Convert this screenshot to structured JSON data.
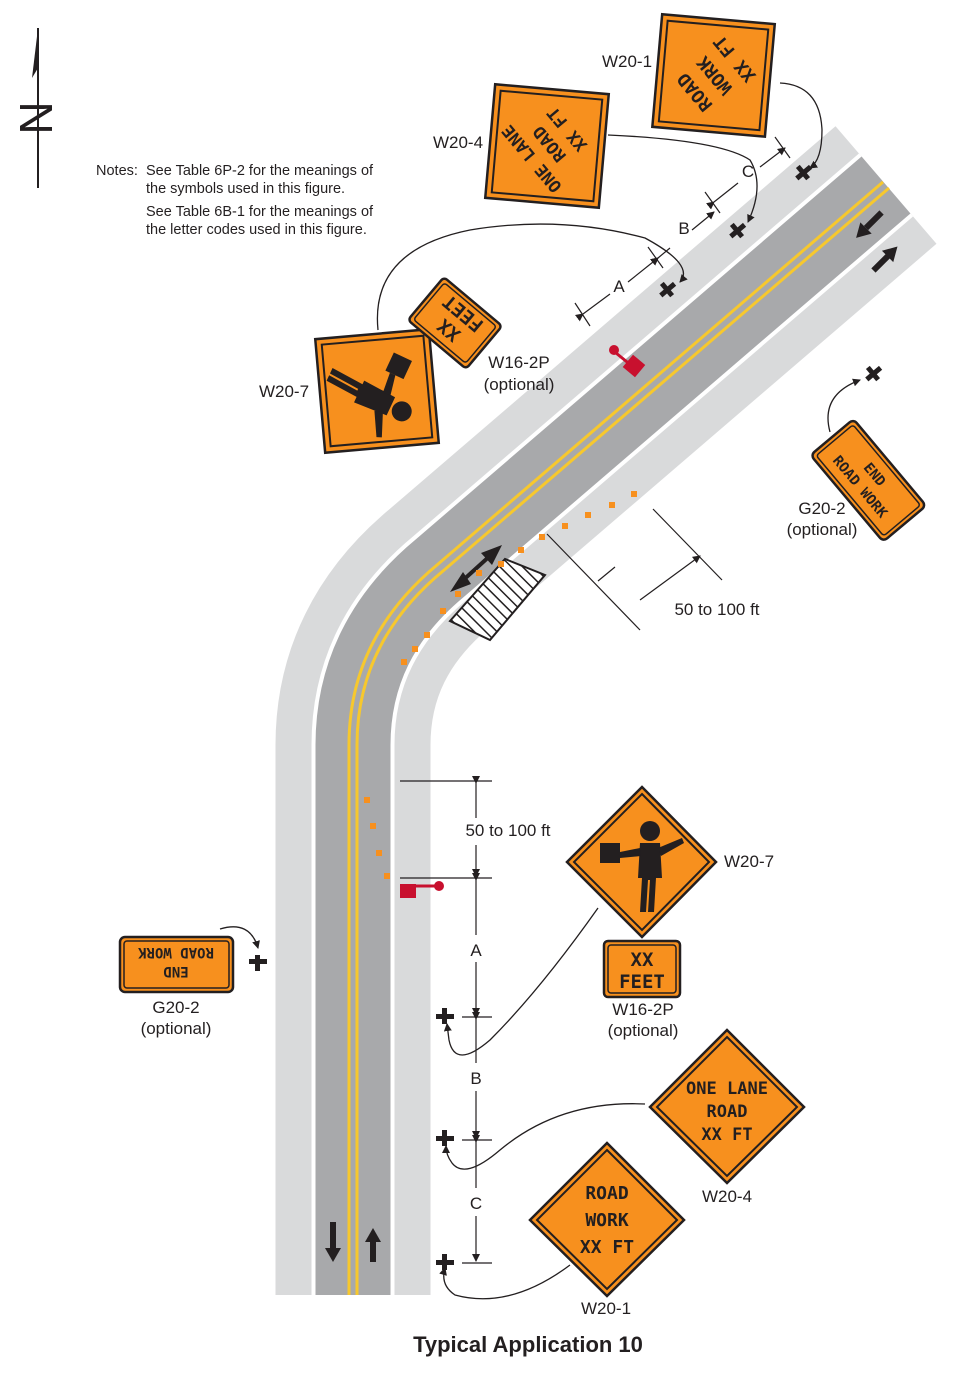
{
  "title": "Typical Application 10",
  "north_label": "N",
  "notes": {
    "prefix": "Notes:",
    "line1a": "See Table 6P-2 for the meanings of",
    "line1b": "the symbols used in this figure.",
    "line2a": "See Table 6B-1 for the meanings of",
    "line2b": "the letter codes used in this figure."
  },
  "dimensions": {
    "a": "A",
    "b": "B",
    "c": "C",
    "buffer": "50 to 100 ft"
  },
  "signs": {
    "w20_1": {
      "code": "W20-1",
      "line1": "ROAD",
      "line2": "WORK",
      "line3": "XX FT"
    },
    "w20_4": {
      "code": "W20-4",
      "line1": "ONE LANE",
      "line2": "ROAD",
      "line3": "XX FT"
    },
    "w20_7": {
      "code": "W20-7"
    },
    "w16_2p": {
      "code": "W16-2P",
      "optional": "(optional)",
      "line1": "XX",
      "line2": "FEET"
    },
    "g20_2": {
      "code": "G20-2",
      "optional": "(optional)",
      "line1": "END",
      "line2": "ROAD WORK"
    }
  },
  "colors": {
    "sign_orange": "#f7901e",
    "road_gray": "#a8a9ab",
    "shoulder_gray": "#d9dadb",
    "centerline_yellow": "#f7c82d",
    "flagger_red": "#c8102e",
    "channelizer_orange": "#f7901e"
  }
}
